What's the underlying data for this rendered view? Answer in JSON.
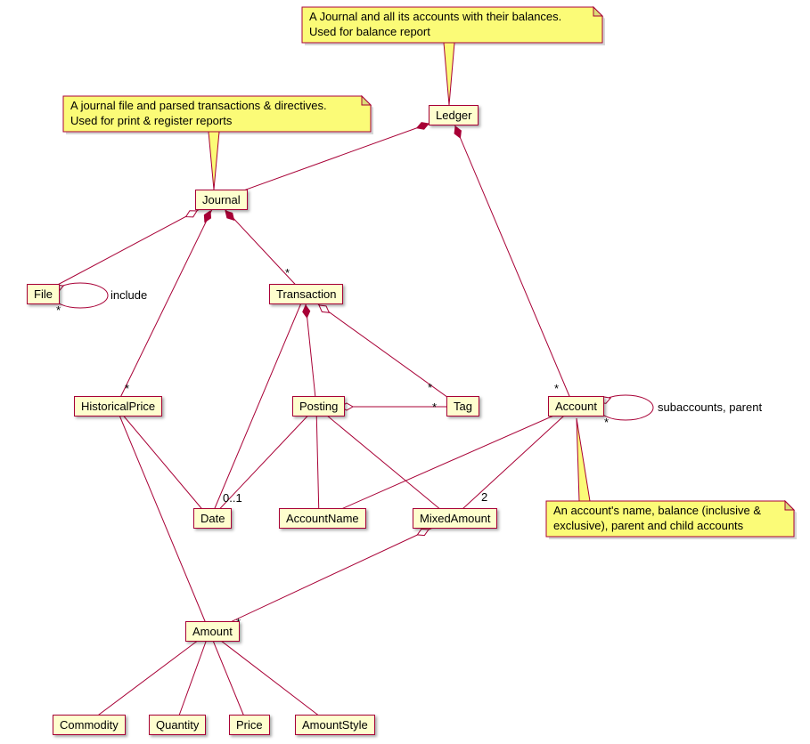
{
  "nodes": [
    {
      "id": "ledger",
      "label": "Ledger"
    },
    {
      "id": "journal",
      "label": "Journal"
    },
    {
      "id": "file",
      "label": "File"
    },
    {
      "id": "transaction",
      "label": "Transaction"
    },
    {
      "id": "historicalprice",
      "label": "HistoricalPrice"
    },
    {
      "id": "posting",
      "label": "Posting"
    },
    {
      "id": "tag",
      "label": "Tag"
    },
    {
      "id": "account",
      "label": "Account"
    },
    {
      "id": "date",
      "label": "Date"
    },
    {
      "id": "accountname",
      "label": "AccountName"
    },
    {
      "id": "mixedamount",
      "label": "MixedAmount"
    },
    {
      "id": "amount",
      "label": "Amount"
    },
    {
      "id": "commodity",
      "label": "Commodity"
    },
    {
      "id": "quantity",
      "label": "Quantity"
    },
    {
      "id": "price",
      "label": "Price"
    },
    {
      "id": "amountstyle",
      "label": "AmountStyle"
    }
  ],
  "notes": [
    {
      "id": "note-ledger",
      "line1": "A Journal and all its accounts with their balances.",
      "line2": "Used for balance report"
    },
    {
      "id": "note-journal",
      "line1": "A journal file and parsed transactions & directives.",
      "line2": "Used for print & register reports"
    },
    {
      "id": "note-account",
      "line1": "An account's name, balance (inclusive &",
      "line2": "exclusive), parent and child accounts"
    }
  ],
  "edge_labels": {
    "star": "*",
    "zero_or_one": "0..1",
    "two": "2",
    "include": "include",
    "subaccounts": "subaccounts, parent"
  },
  "colors": {
    "edge": "#A80036",
    "node_bg": "#FEFECE",
    "node_border": "#A80036",
    "note_bg": "#FBFB77"
  }
}
